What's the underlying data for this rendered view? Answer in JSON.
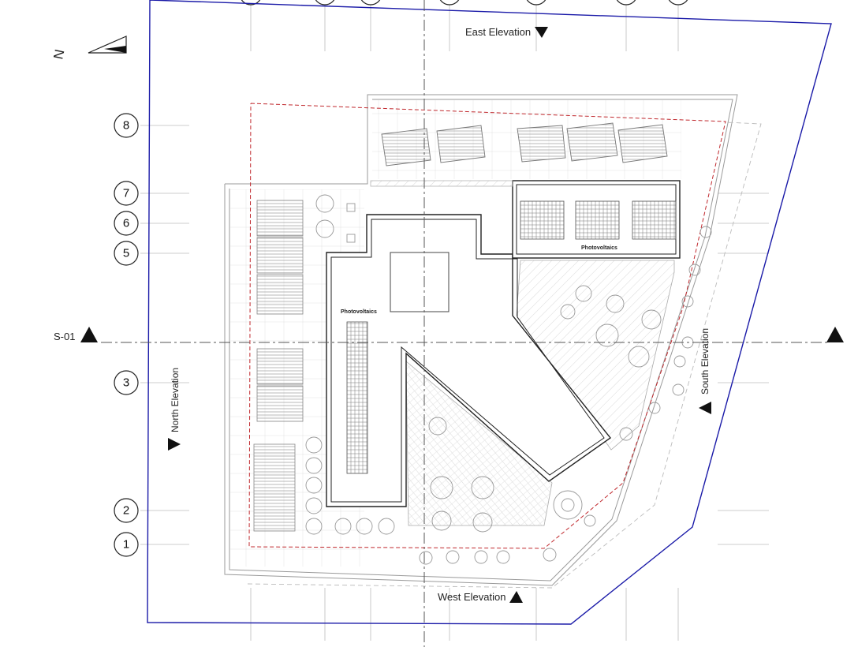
{
  "drawing": {
    "section_marker": "S-01",
    "north_symbol": "N",
    "elevations": {
      "east": "East Elevation",
      "west": "West Elevation",
      "north": "North Elevation",
      "south": "South Elevation"
    },
    "pv_labels": {
      "upper": "Photovoltaics",
      "left": "Photovoltaics"
    },
    "grid_numbers": [
      "8",
      "7",
      "6",
      "5",
      "3",
      "2",
      "1"
    ]
  },
  "colors": {
    "site_boundary": "#1a1aa8",
    "setback_line": "#c0282d",
    "walls": "#222222",
    "light_lines": "#bdbdbd"
  }
}
